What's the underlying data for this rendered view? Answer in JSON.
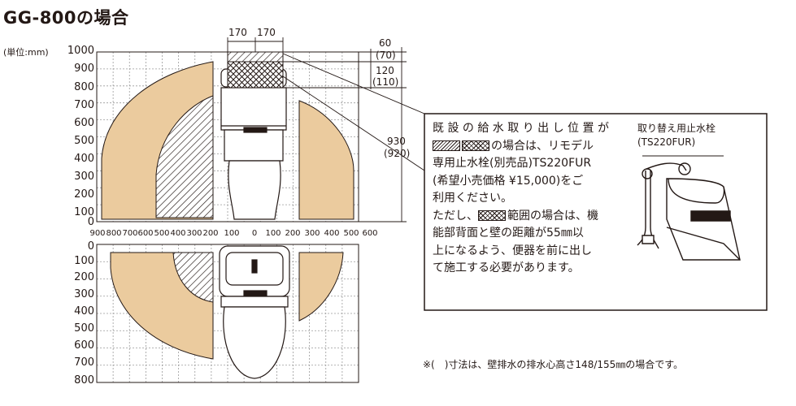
{
  "title": "GG-800の場合",
  "unit_label": "(単位:mm)",
  "top_y_labels": [
    "1000",
    "900",
    "800",
    "700",
    "600",
    "500",
    "400",
    "300",
    "200",
    "100",
    "0"
  ],
  "bottom_y_labels": [
    "0",
    "100",
    "200",
    "300",
    "400",
    "500",
    "600",
    "700",
    "800"
  ],
  "x_labels": [
    "900",
    "800",
    "700",
    "600",
    "500",
    "400",
    "300",
    "200",
    "100",
    "0",
    "100",
    "200",
    "300",
    "400",
    "500",
    "600"
  ],
  "dimensions": {
    "width_left": "170",
    "width_right": "170",
    "d60": "60",
    "d70": "(70)",
    "d120": "120",
    "d110": "(110)",
    "d930": "930",
    "d920": "(920)"
  },
  "callout": {
    "line1": "既 設 の 給 水 取 り 出 し 位 置 が",
    "line2_suffix": "の場合は、リモデル",
    "line3": "専用止水栓(別売品)TS220FUR",
    "line4": "(希望小売価格 ¥15,000)をご",
    "line5": "利用ください。",
    "line6": "ただし、",
    "line6_suffix": "範囲の場合は、機",
    "line7": "能部背面と壁の距離が55㎜以",
    "line8": "上になるよう、便器を前に出し",
    "line9": "て施工する必要があります。",
    "faucet_title": "取り替え用止水栓",
    "faucet_model": "(TS220FUR)"
  },
  "footnote": "※(　)寸法は、壁排水の排水心高さ148/155㎜の場合です。",
  "colors": {
    "beige": "#EBCB9E",
    "ink": "#231815",
    "grid": "#9a9a9a"
  }
}
